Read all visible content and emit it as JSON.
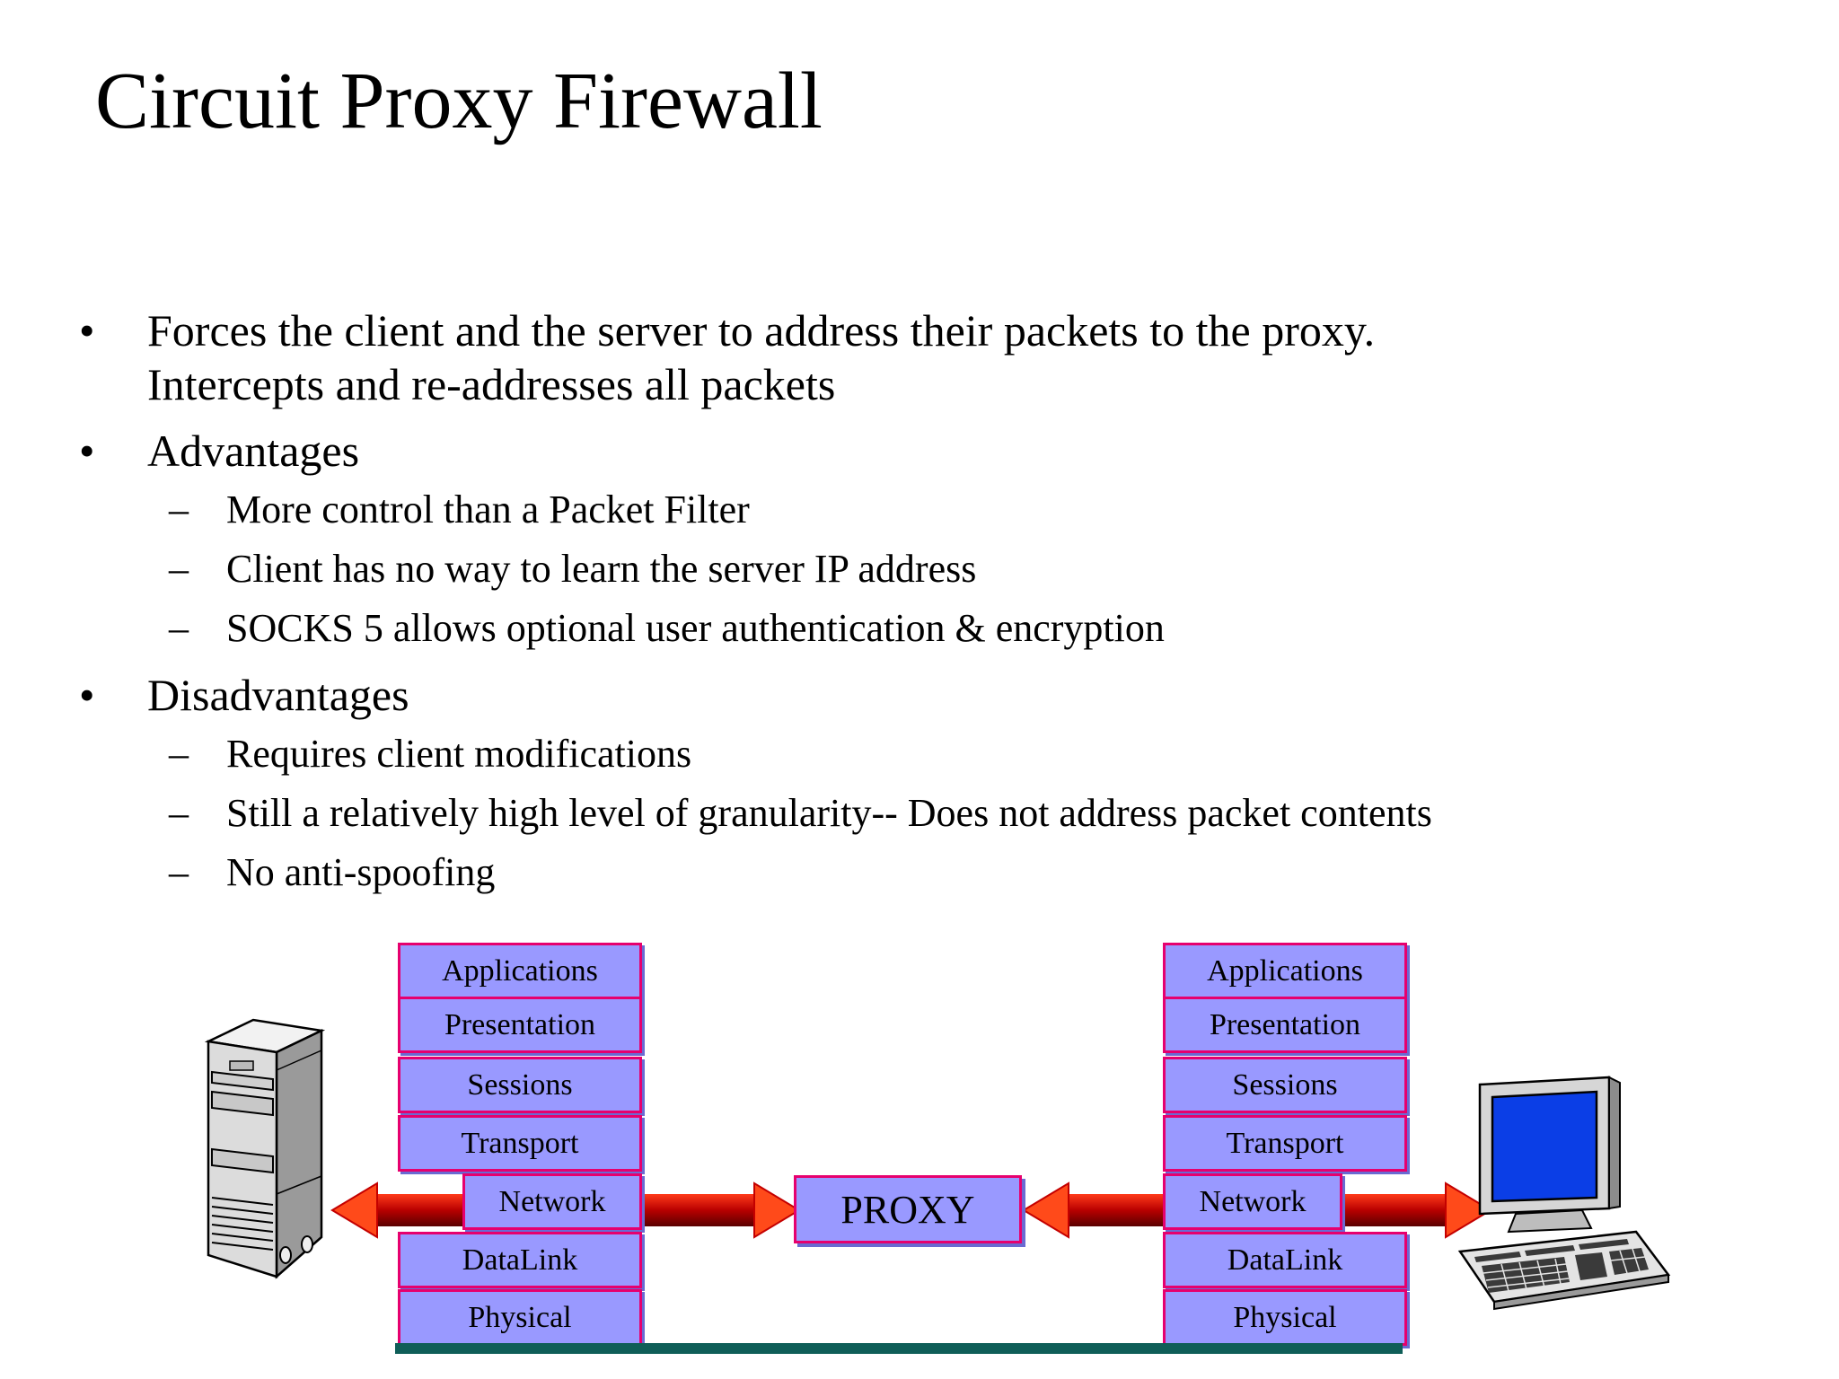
{
  "slide": {
    "title": "Circuit Proxy Firewall"
  },
  "bullets": [
    {
      "marker": "•",
      "lines": [
        "Forces the client and the server to address their packets to the proxy.",
        "Intercepts and re-addresses all packets"
      ]
    },
    {
      "marker": "•",
      "lines": [
        "Advantages"
      ],
      "subitems": [
        {
          "marker": "–",
          "text": "More control than a Packet Filter"
        },
        {
          "marker": "–",
          "text": "Client has no way to learn the server IP address"
        },
        {
          "marker": "–",
          "text": "SOCKS 5 allows optional user authentication & encryption"
        }
      ]
    },
    {
      "marker": "•",
      "lines": [
        "Disadvantages"
      ],
      "subitems": [
        {
          "marker": "–",
          "text": "Requires client modifications"
        },
        {
          "marker": "–",
          "text": "Still a relatively high level of granularity-- Does not address packet contents"
        },
        {
          "marker": "–",
          "text": "No anti-spoofing"
        }
      ]
    }
  ],
  "diagram": {
    "left_stack": [
      "Applications",
      "Presentation",
      "Sessions",
      "Transport",
      "Network",
      "DataLink",
      "Physical"
    ],
    "right_stack": [
      "Applications",
      "Presentation",
      "Sessions",
      "Transport",
      "Network",
      "DataLink",
      "Physical"
    ],
    "proxy_label": "PROXY",
    "left_device_icon": "server-tower-icon",
    "right_device_icon": "desktop-computer-icon",
    "colors": {
      "layer_fill": "#9999ff",
      "layer_border": "#e6006e",
      "arrow": "#cc0000",
      "arrow_head": "#ff4a1a",
      "baseline": "#0f5e58",
      "screen": "#0b3ee6"
    }
  }
}
